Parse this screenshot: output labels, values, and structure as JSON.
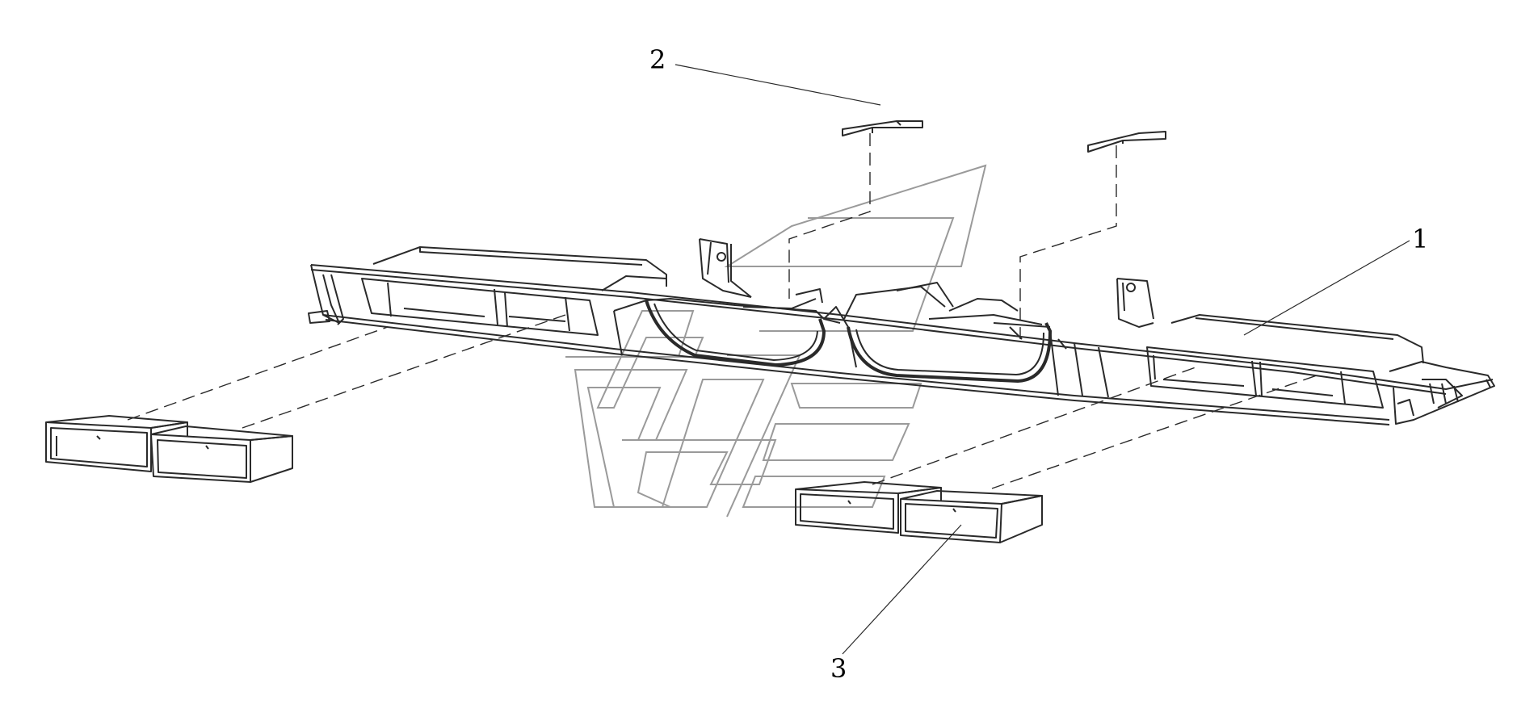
{
  "diagram": {
    "type": "exploded-parts-drawing",
    "callouts": {
      "c1": "1",
      "c2": "2",
      "c3": "3"
    },
    "colors": {
      "line": "#2a2a2a",
      "thin": "#555555",
      "watermark": "#9a9a9a",
      "background": "#ffffff"
    }
  }
}
